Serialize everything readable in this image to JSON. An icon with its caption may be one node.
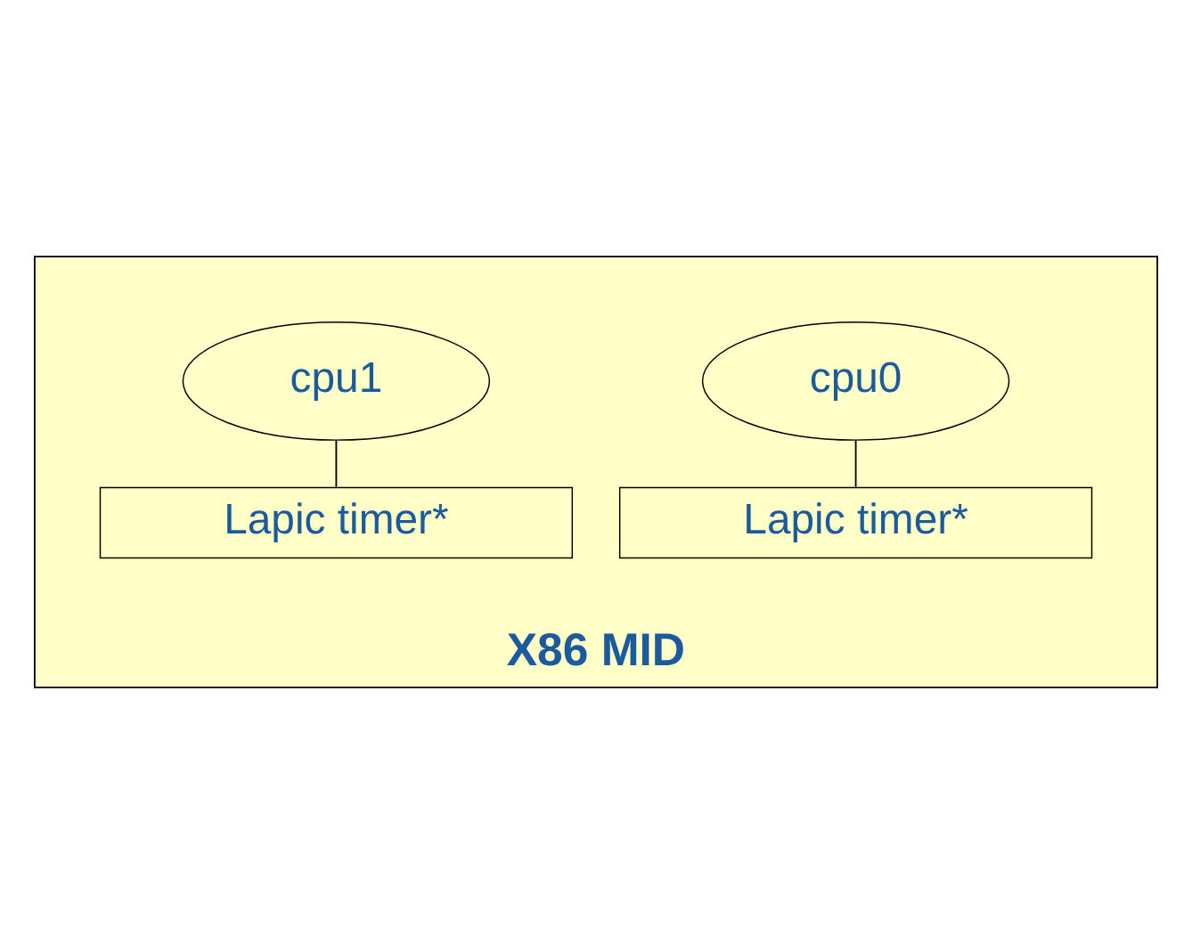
{
  "diagram": {
    "nodes": [
      {
        "text": [
          "X86 MID"
        ]
      },
      {
        "text": [
          "cpu0"
        ],
        "in": 0
      },
      {
        "text": [
          "Lapic timer*"
        ],
        "in": 0
      },
      {
        "text": [
          "cpu1"
        ],
        "in": 0
      },
      {
        "text": [
          "Lapic timer*"
        ],
        "in": 0
      }
    ],
    "edges": [
      {
        "from": 1,
        "to": 2,
        "arrow": "none"
      },
      {
        "from": 3,
        "to": 4,
        "arrow": "none"
      }
    ]
  }
}
